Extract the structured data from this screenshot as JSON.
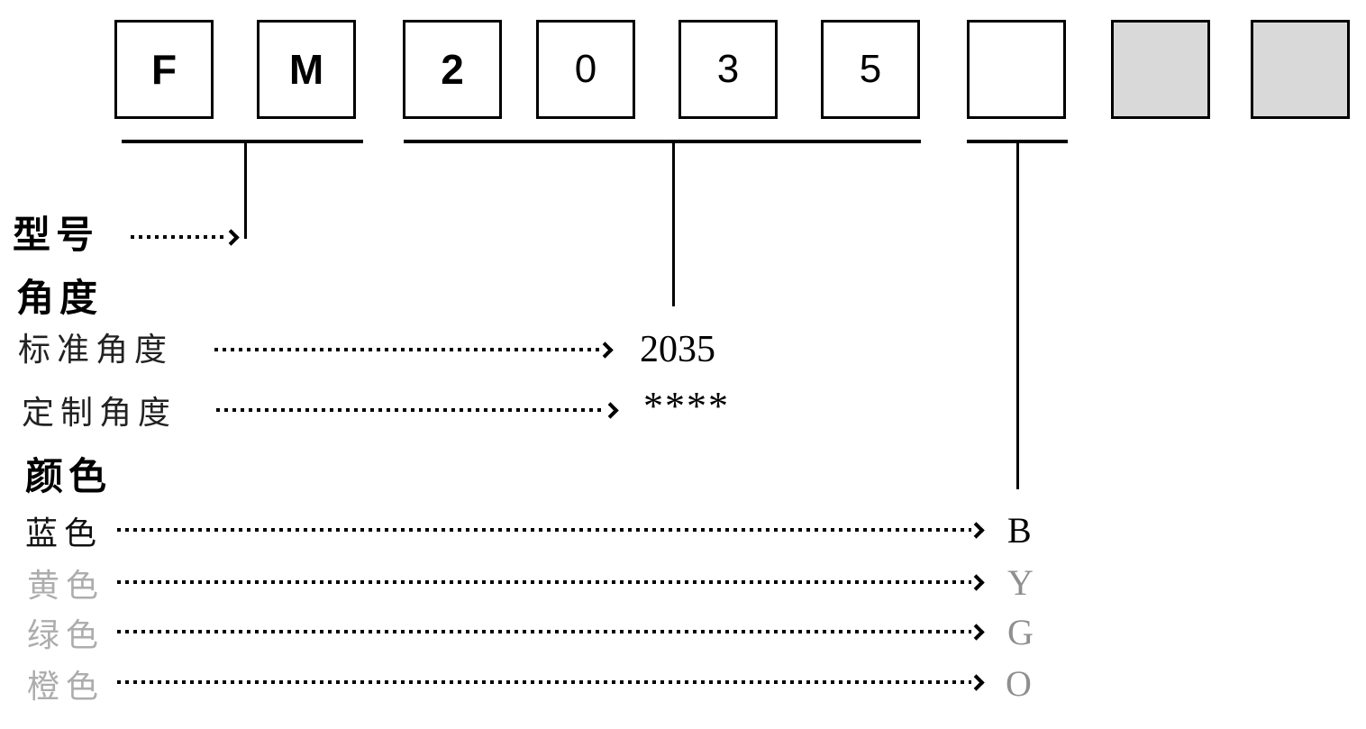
{
  "code_boxes": [
    {
      "char": "F",
      "style": "bold"
    },
    {
      "char": "M",
      "style": "bold"
    },
    {
      "char": "2",
      "style": "bold"
    },
    {
      "char": "0",
      "style": "regular"
    },
    {
      "char": "3",
      "style": "regular"
    },
    {
      "char": "5",
      "style": "regular"
    },
    {
      "char": "",
      "style": "empty"
    },
    {
      "char": "",
      "style": "gray"
    },
    {
      "char": "",
      "style": "gray"
    }
  ],
  "sections": {
    "model": {
      "label": "型号"
    },
    "angle": {
      "label": "角度",
      "standard_label": "标准角度",
      "standard_value": "2035",
      "custom_label": "定制角度",
      "custom_value": "****"
    },
    "color": {
      "label": "颜色",
      "options": [
        {
          "name": "蓝色",
          "code": "B",
          "active": true
        },
        {
          "name": "黄色",
          "code": "Y",
          "active": false
        },
        {
          "name": "绿色",
          "code": "G",
          "active": false
        },
        {
          "name": "橙色",
          "code": "O",
          "active": false
        }
      ]
    }
  },
  "colors": {
    "ink": "#000000",
    "box_fill_gray": "#d9d9d9",
    "muted_label": "#adadad",
    "muted_code": "#8f8f8f"
  }
}
